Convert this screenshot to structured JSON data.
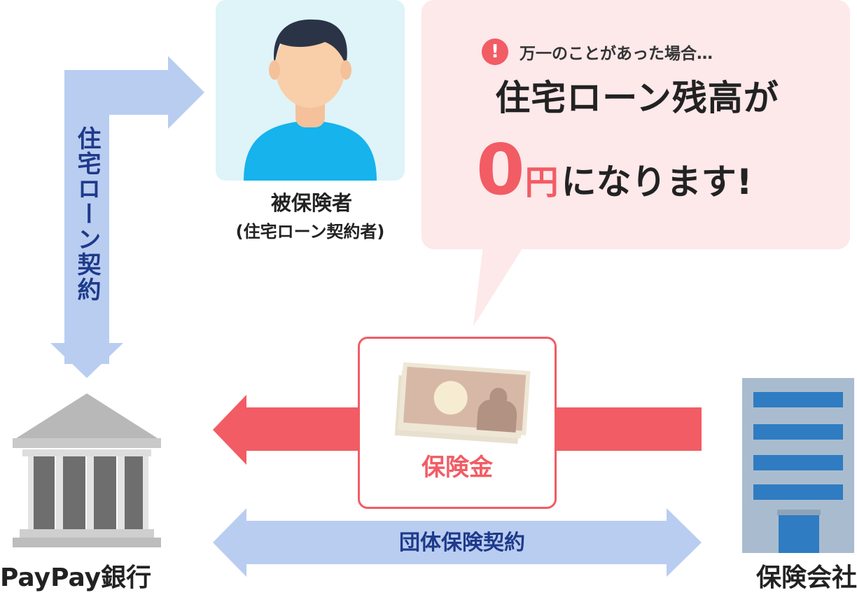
{
  "person": {
    "label": "被保険者",
    "sublabel": "(住宅ローン契約者)"
  },
  "bubble": {
    "intro": "万一のことがあった場合…",
    "headline": "住宅ローン残高が",
    "result_zero": "0",
    "result_yen": "円",
    "result_rest": "になります!"
  },
  "money": {
    "label": "保険金"
  },
  "arrows": {
    "loan_contract": "住宅ローン契約",
    "group_contract": "団体保険契約"
  },
  "entities": {
    "bank": "PayPay銀行",
    "insurer": "保険会社"
  },
  "icons": {
    "alert": "!",
    "person": "person-icon",
    "banknotes": "banknotes-icon",
    "bank": "bank-building-icon",
    "insurer": "office-building-icon"
  },
  "colors": {
    "accent_red": "#f25c64",
    "arrow_blue": "#b9cdf1",
    "label_blue": "#1e3a8a",
    "person_bg": "#def4f8",
    "bubble_bg": "#fde8ea"
  }
}
